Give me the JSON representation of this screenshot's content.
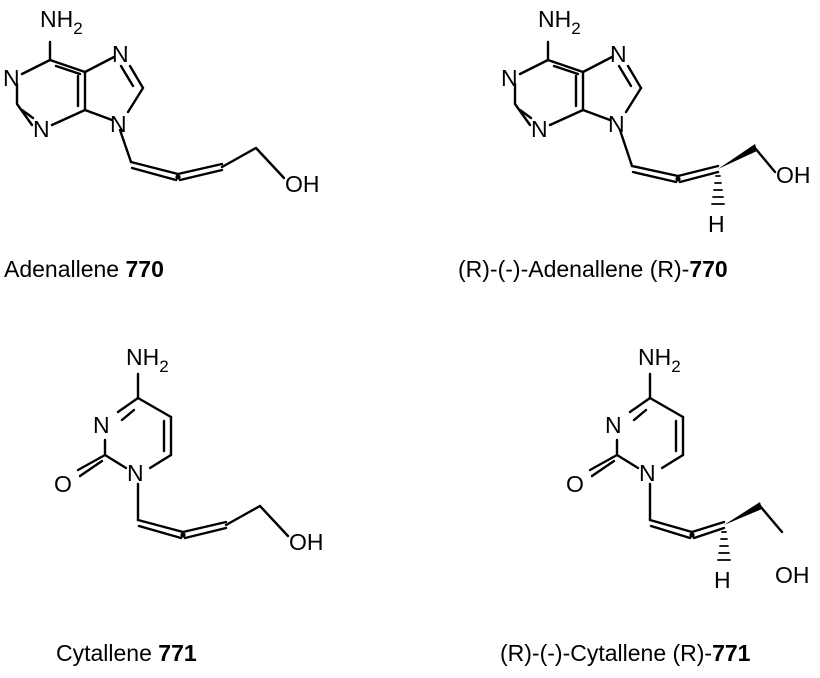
{
  "atoms": {
    "nh2": "NH",
    "nh2_sub": "2",
    "n": "N",
    "o": "O",
    "oh": "OH",
    "h": "H"
  },
  "captions": {
    "adenallene_name": "Adenallene ",
    "adenallene_num": "770",
    "r_adenallene_name": "(R)-(-)-Adenallene (R)-",
    "r_adenallene_num": "770",
    "cytallene_name": "Cytallene ",
    "cytallene_num": "771",
    "r_cytallene_name": "(R)-(-)-Cytallene (R)-",
    "r_cytallene_num": "771"
  }
}
